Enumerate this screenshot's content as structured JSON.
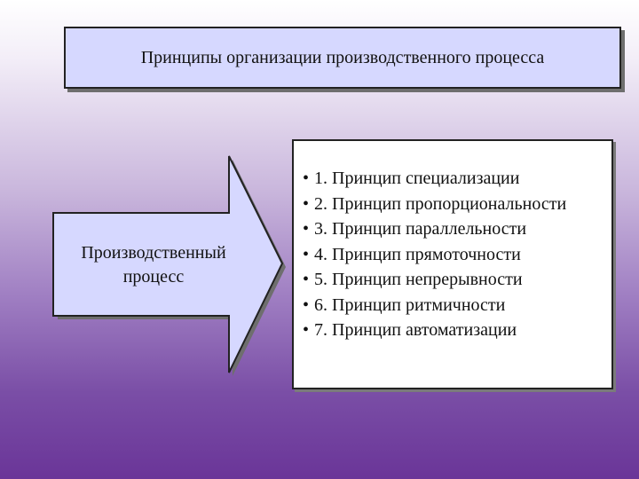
{
  "title": "Принципы организации производственного процесса",
  "arrow_label": "Производственный процесс",
  "principles": [
    "1. Принцип специализации",
    "2. Принцип пропорциональности",
    "3. Принцип параллельности",
    "4. Принцип прямоточности",
    "5. Принцип непрерывности",
    "6. Принцип ритмичности",
    "7. Принцип автоматизации"
  ],
  "colors": {
    "title_box_fill": "#d6d8ff",
    "arrow_fill": "#d6d8ff",
    "list_box_fill": "#ffffff",
    "background_top": "#ffffff",
    "background_bottom": "#6a3598"
  }
}
